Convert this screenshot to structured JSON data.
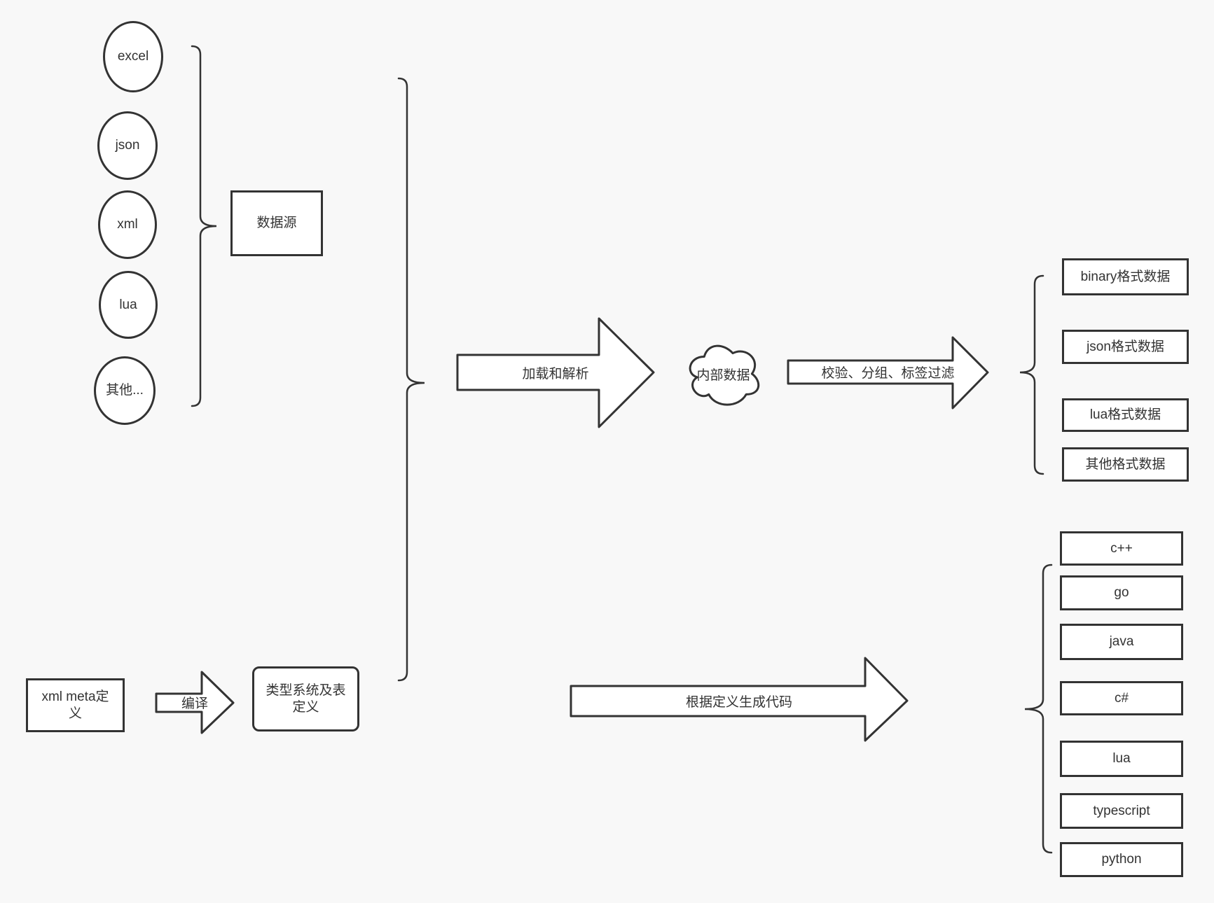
{
  "canvas": {
    "background": "#f8f8f8",
    "stroke_color": "#333333",
    "fill_color": "#ffffff",
    "text_color": "#333333"
  },
  "sources": {
    "group_label": "数据源",
    "items": [
      {
        "label": "excel"
      },
      {
        "label": "json"
      },
      {
        "label": "xml"
      },
      {
        "label": "lua"
      },
      {
        "label": "其他..."
      }
    ]
  },
  "flow": {
    "load_arrow_label": "加载和解析",
    "internal_data_label": "内部数据",
    "filter_arrow_label": "校验、分组、标签过滤",
    "outputs": [
      "binary格式数据",
      "json格式数据",
      "lua格式数据",
      "其他格式数据"
    ]
  },
  "meta": {
    "xml_meta_lines": [
      "xml meta定",
      "义"
    ],
    "compile_arrow_label": "编译",
    "type_system_lines": [
      "类型系统及表",
      "定义"
    ],
    "codegen_arrow_label": "根据定义生成代码",
    "languages": [
      "c++",
      "go",
      "java",
      "c#",
      "lua",
      "typescript",
      "python"
    ]
  }
}
